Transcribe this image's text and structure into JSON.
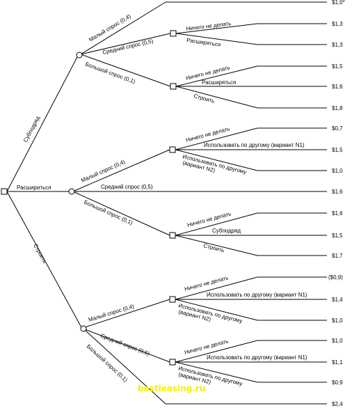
{
  "root": {
    "label": "Расшириться"
  },
  "branches": {
    "subcontract": "Субподряд",
    "build": "Строить"
  },
  "subcontract_events": {
    "low": "Малый спрос (0,4)",
    "medium": "Средний спрос (0,5)",
    "high": "Большой спрос (0,1)"
  },
  "subcontract_medium_decisions": {
    "nothing": "Ничего не делать",
    "expand": "Расширяться"
  },
  "subcontract_high_decisions": {
    "nothing": "Ничего не делать",
    "expand": "Расширяться",
    "build": "Строить"
  },
  "expand_events": {
    "low": "Малый спрос (0,4)",
    "medium": "Средний спрос (0,5)",
    "high": "Большой спрос (0,1)"
  },
  "expand_low_decisions": {
    "nothing": "Ничего не делать",
    "use1": "Использовать по другому (вариант N1)",
    "use2_line1": "Использовать по другому",
    "use2_line2": "(вариант N2)"
  },
  "expand_high_decisions": {
    "nothing": "Ничего не делать",
    "subcontract": "Субподряд",
    "build": "Строить"
  },
  "build_events": {
    "low": "Малый спрос (0,4)",
    "medium": "Средний спрос (0,5)",
    "high": "Большой спрос (0,1)"
  },
  "build_low_decisions": {
    "nothing": "Ничего не делать",
    "use1": "Использовать по другому (вариант N1)",
    "use2_line1": "Использовать по другому",
    "use2_line2": "(вариант N2)"
  },
  "build_medium_decisions": {
    "nothing": "Ничего не делать",
    "use1": "Использовать по другому (вариант N1)",
    "use2_line1": "Использовать по другому",
    "use2_line2": "(вариант N2)"
  },
  "payoffs": [
    "$1,0*",
    "$1,3",
    "$1,3",
    "$1,5",
    "$1,6",
    "$1,8",
    "$0,7",
    "$1,5",
    "$1,0",
    "$1,6",
    "$1,6",
    "$1,5",
    "$1,7",
    "($0,9)",
    "$1,4",
    "$1,0",
    "$1,0",
    "$1,1",
    "$0,9",
    "$2,4"
  ],
  "watermark": "bestleasing.ru"
}
